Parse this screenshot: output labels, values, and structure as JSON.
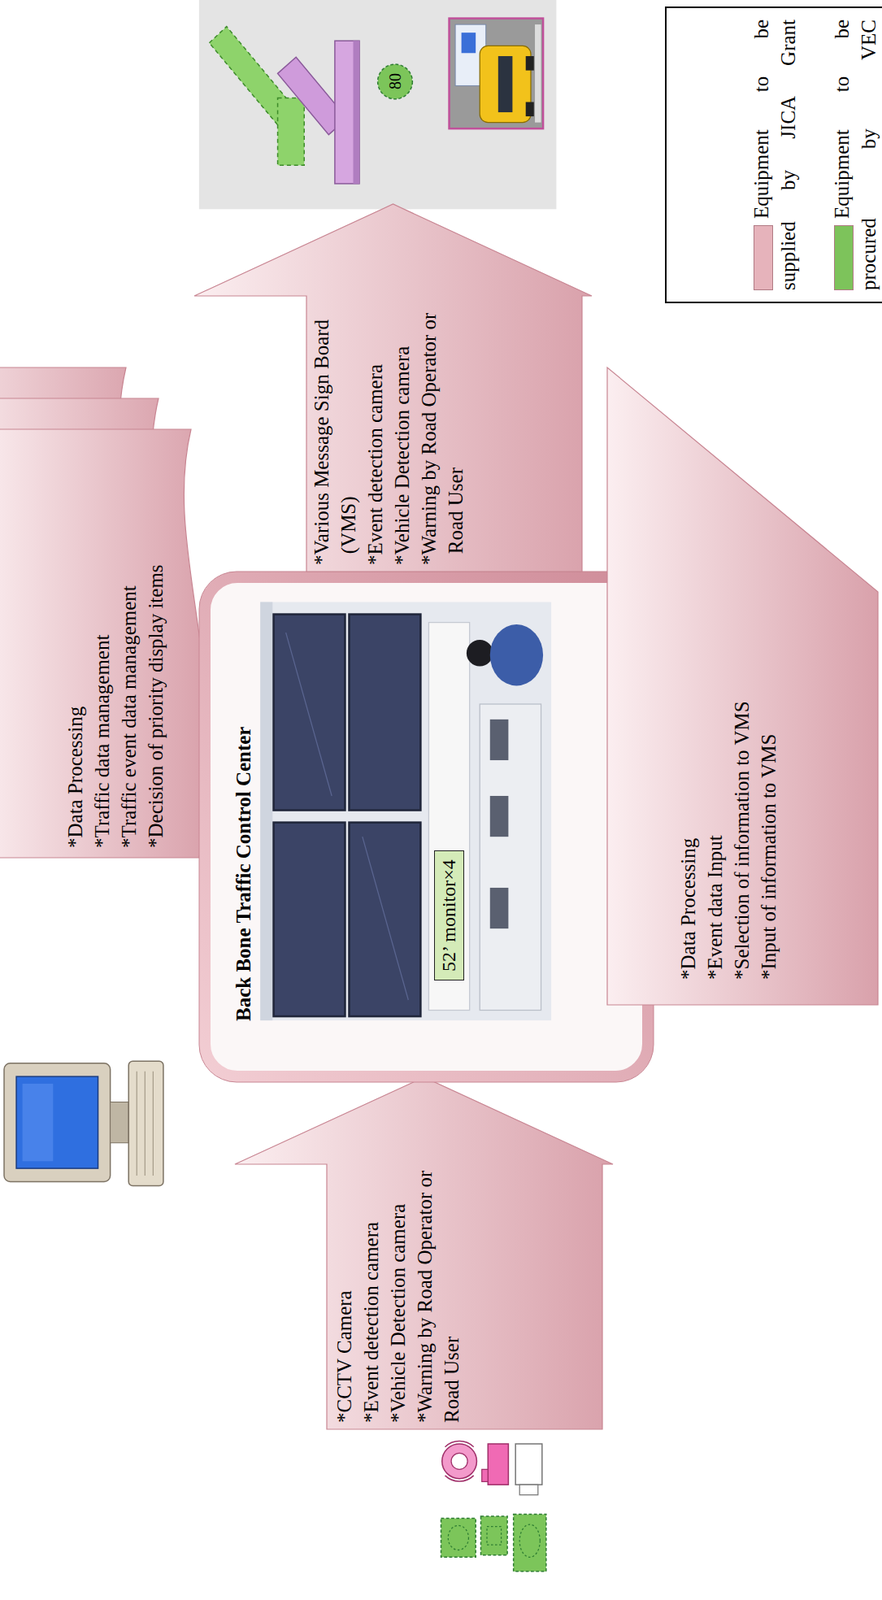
{
  "diagram": {
    "nodes": [
      {
        "text": [
          "*Data Processing",
          "*Traffic data management",
          "*Traffic event data management",
          "*Decision of priority display items"
        ]
      },
      {
        "text": [
          "*CCTV Camera",
          "*Event detection camera",
          "*Vehicle Detection camera",
          "*Warning by Road Operator or Road User"
        ]
      },
      {
        "text": [
          "Back Bone Traffic Control Center"
        ]
      },
      {
        "text": [
          "52’ monitor×4"
        ],
        "in": 2
      },
      {
        "text": [
          "*Various Message Sign Board (VMS)",
          "*Event detection camera",
          "*Vehicle Detection camera",
          "*Warning by Road Operator or Road User"
        ]
      },
      {
        "text": [
          "*Data Processing",
          "*Event data Input",
          "*Selection of information to VMS",
          "*Input of information to VMS"
        ]
      }
    ],
    "labels": [
      "80"
    ],
    "legend": [
      {
        "text": "Equipment to be supplied by JICA Grant",
        "color": "#e6b3bb"
      },
      {
        "text": "Equipment to be procured by VEC",
        "color": "#7dc35b"
      }
    ]
  }
}
